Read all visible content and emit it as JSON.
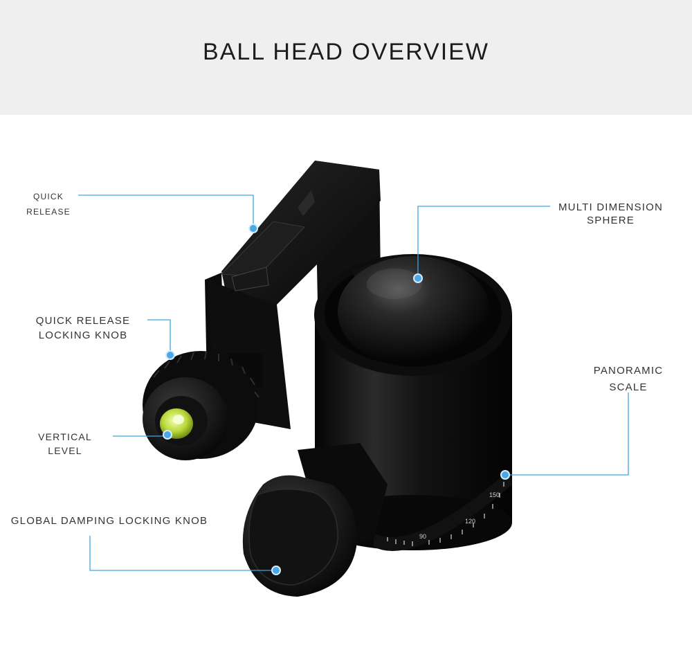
{
  "title": "BALL HEAD OVERVIEW",
  "colors": {
    "leader": "#3fa7e0",
    "dot": "#4aa8e8",
    "header_bg": "#efefef",
    "body": "#0b0b0b"
  },
  "callouts": {
    "quick_release": [
      "QUICK",
      "RELEASE"
    ],
    "multi_dimension_sphere": [
      "MULTI DIMENSION",
      "SPHERE"
    ],
    "quick_release_locking_knob": [
      "QUICK RELEASE",
      "LOCKING KNOB"
    ],
    "panoramic_scale": [
      "PANORAMIC",
      "SCALE"
    ],
    "vertical_level": [
      "VERTICAL",
      "LEVEL"
    ],
    "global_damping_locking_knob": [
      "GLOBAL DAMPING LOCKING KNOB"
    ]
  },
  "scale_marks": [
    "90",
    "120",
    "150"
  ]
}
